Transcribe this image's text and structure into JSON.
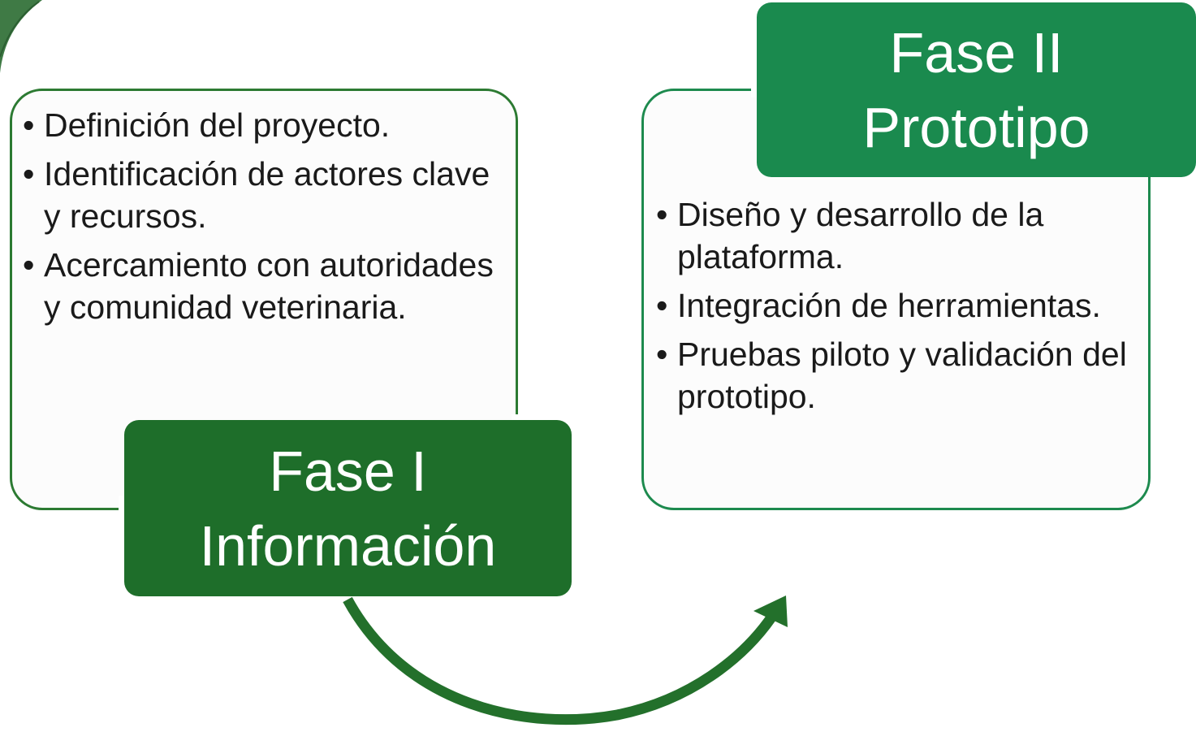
{
  "colors": {
    "phase1_green": "#1e6e2a",
    "phase2_green": "#1a8a4e",
    "arrow_green": "#23702b",
    "box_border_phase1": "#2c7a32",
    "box_border_phase2": "#1d8a4e",
    "text": "#1a1a1a"
  },
  "phases": [
    {
      "title_line1": "Fase I",
      "title_line2": "Información",
      "bullets": [
        "Definición del proyecto.",
        "Identificación de actores clave y recursos.",
        "Acercamiento con autoridades y comunidad veterinaria."
      ]
    },
    {
      "title_line1": "Fase II",
      "title_line2": "Prototipo",
      "bullets": [
        "Diseño y desarrollo de la plataforma.",
        "Integración de herramientas.",
        "Pruebas piloto y validación del prototipo."
      ]
    }
  ],
  "bullet_symbol": "•",
  "icons": {
    "decoration": "leaf-icon",
    "connector": "curved-arrow-icon"
  }
}
